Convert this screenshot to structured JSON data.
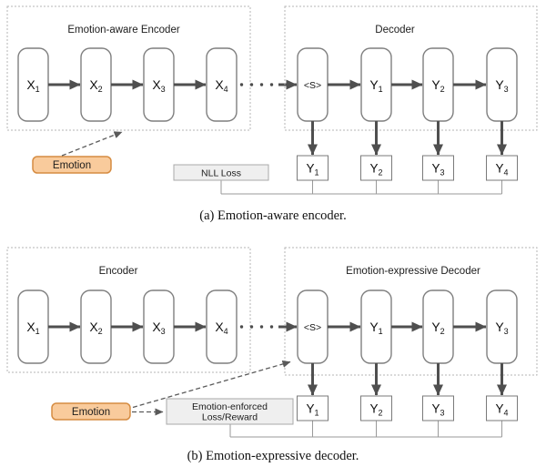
{
  "figure": {
    "type": "diagram",
    "description": "Two seq2seq architectures for emotional response generation"
  },
  "colors": {
    "emotion_fill": "#f9cb9c",
    "emotion_border": "#d68c42",
    "loss_fill": "#efefef",
    "loss_border": "#a8a8a8",
    "cell_border": "#7f7f7f",
    "arrow": "#4f4f4f",
    "dashed_container_border": "#b5b5b5",
    "bus_line": "#9a9a9a"
  },
  "panel_a": {
    "encoder_title": "Emotion-aware Encoder",
    "decoder_title": "Decoder",
    "emotion_label": "Emotion",
    "loss_label": "NLL Loss",
    "caption": "(a) Emotion-aware encoder.",
    "encoder_cells": [
      {
        "base": "X",
        "sub": "1"
      },
      {
        "base": "X",
        "sub": "2"
      },
      {
        "base": "X",
        "sub": "3"
      },
      {
        "base": "X",
        "sub": "4"
      }
    ],
    "decoder_cells": [
      {
        "base": "<S>",
        "sub": ""
      },
      {
        "base": "Y",
        "sub": "1"
      },
      {
        "base": "Y",
        "sub": "2"
      },
      {
        "base": "Y",
        "sub": "3"
      }
    ],
    "outputs": [
      {
        "base": "Y",
        "sub": "1"
      },
      {
        "base": "Y",
        "sub": "2"
      },
      {
        "base": "Y",
        "sub": "3"
      },
      {
        "base": "Y",
        "sub": "4"
      }
    ]
  },
  "panel_b": {
    "encoder_title": "Encoder",
    "decoder_title": "Emotion-expressive Decoder",
    "emotion_label": "Emotion",
    "loss_label_line1": "Emotion-enforced",
    "loss_label_line2": "Loss/Reward",
    "caption": "(b) Emotion-expressive decoder.",
    "encoder_cells": [
      {
        "base": "X",
        "sub": "1"
      },
      {
        "base": "X",
        "sub": "2"
      },
      {
        "base": "X",
        "sub": "3"
      },
      {
        "base": "X",
        "sub": "4"
      }
    ],
    "decoder_cells": [
      {
        "base": "<S>",
        "sub": ""
      },
      {
        "base": "Y",
        "sub": "1"
      },
      {
        "base": "Y",
        "sub": "2"
      },
      {
        "base": "Y",
        "sub": "3"
      }
    ],
    "outputs": [
      {
        "base": "Y",
        "sub": "1"
      },
      {
        "base": "Y",
        "sub": "2"
      },
      {
        "base": "Y",
        "sub": "3"
      },
      {
        "base": "Y",
        "sub": "4"
      }
    ]
  }
}
